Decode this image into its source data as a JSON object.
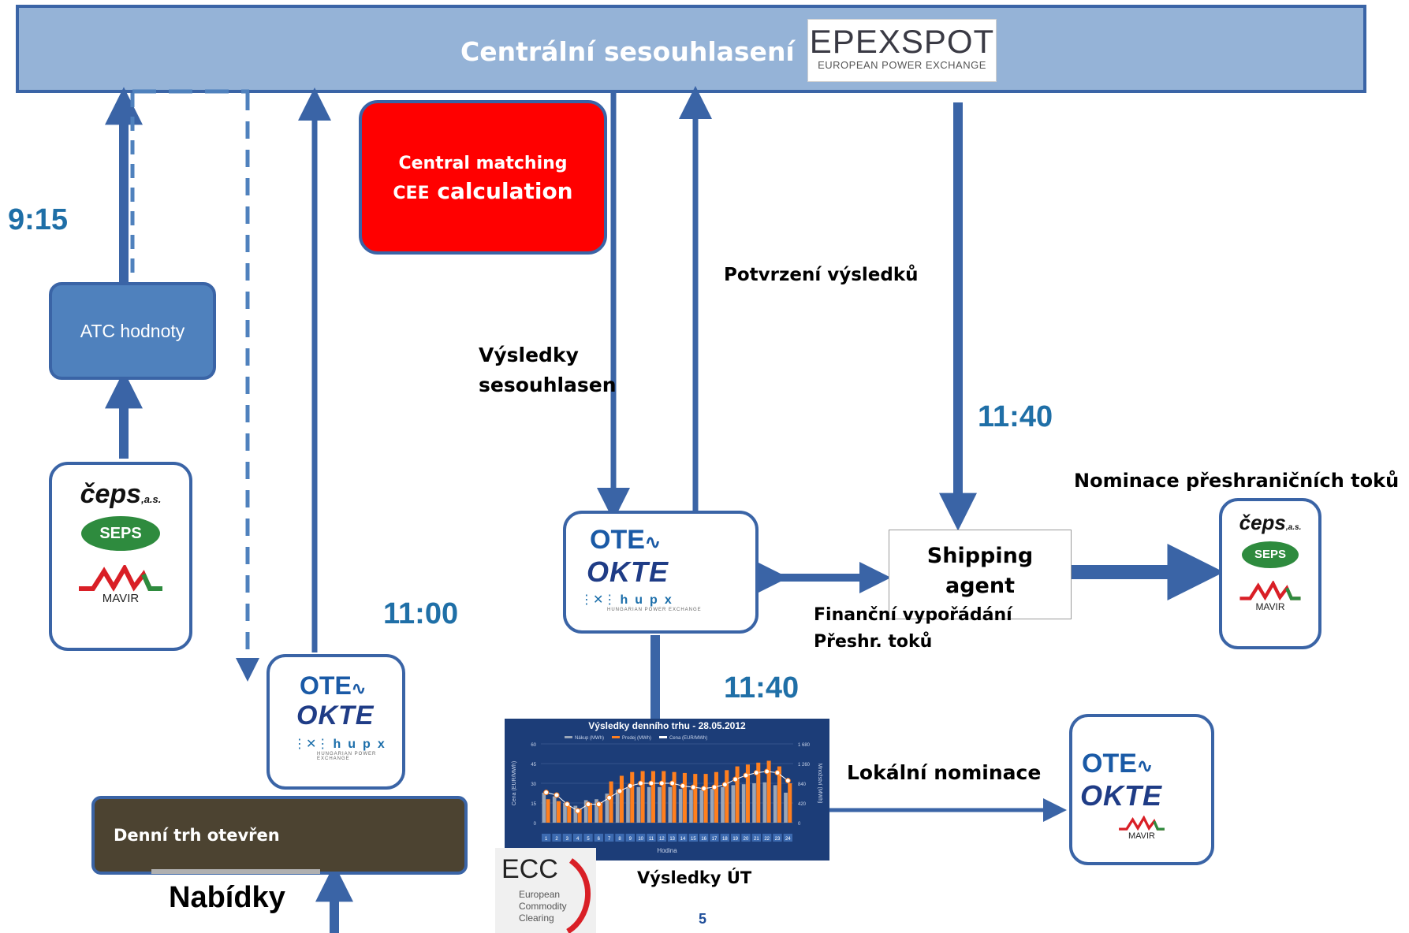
{
  "header": {
    "title": "Centrální sesouhlasení",
    "logo": {
      "word": "EPEXSPOT",
      "tagline": "EUROPEAN POWER EXCHANGE"
    }
  },
  "central_box": {
    "line1": "Central matching",
    "line2_small": "CEE",
    "line2_big": "calculation"
  },
  "atc": {
    "label": "ATC hodnoty"
  },
  "times": {
    "t915": "9:15",
    "t1100": "11:00",
    "t1140a": "11:40",
    "t1140b": "11:40"
  },
  "labels": {
    "potvrzeni": "Potvrzení výsledků",
    "vysledky1": "Výsledky",
    "vysledky2": "sesouhlasen",
    "nominace": "Nominace přeshraničních toků",
    "financni1": "Finanční vypořádání",
    "financni2": "Přeshr. toků",
    "lokalni": "Lokální nominace",
    "vysledky_ut": "Výsledky ÚT",
    "nabidky": "Nabídky",
    "page_number": "5"
  },
  "day_market": {
    "label": "Denní trh otevřen"
  },
  "shipping": {
    "line1": "Shipping",
    "line2": "agent"
  },
  "logos": {
    "ceps": "čeps",
    "ceps_suffix": ",a.s.",
    "seps": "SEPS",
    "mavir": "MAVIR",
    "ote": "OTE",
    "okte": "OKTE",
    "hupx": "hupx",
    "hupx_sub": "HUNGARIAN POWER EXCHANGE",
    "ecc": "ECC",
    "ecc_sub1": "European",
    "ecc_sub2": "Commodity",
    "ecc_sub3": "Clearing"
  },
  "colors": {
    "arrow": "#3a64a6",
    "time": "#1f6fa7",
    "red": "#ff0000"
  },
  "chart_data": {
    "type": "bar",
    "title": "Výsledky denního trhu - 28.05.2012",
    "xlabel": "Hodina",
    "ylabel_left": "Cena (EUR/MWh)",
    "ylabel_right": "Množství (MWh)",
    "legend": [
      "Nákup (MWh)",
      "Prodej (MWh)",
      "Cena (EUR/MWh)"
    ],
    "categories": [
      "1",
      "2",
      "3",
      "4",
      "5",
      "6",
      "7",
      "8",
      "9",
      "10",
      "11",
      "12",
      "13",
      "14",
      "15",
      "16",
      "17",
      "18",
      "19",
      "20",
      "21",
      "22",
      "23",
      "24"
    ],
    "yleft_ticks": [
      "0",
      "15",
      "30",
      "45",
      "60"
    ],
    "yright_ticks": [
      "0",
      "420",
      "840",
      "1 260",
      "1 680"
    ],
    "ylim_left": [
      0,
      60
    ],
    "ylim_right": [
      0,
      1680
    ],
    "series": [
      {
        "name": "Nákup (MWh)",
        "values": [
          640,
          560,
          420,
          360,
          480,
          500,
          620,
          700,
          740,
          760,
          760,
          760,
          760,
          720,
          700,
          700,
          720,
          760,
          800,
          820,
          840,
          860,
          800,
          640
        ]
      },
      {
        "name": "Prodej (MWh)",
        "values": [
          500,
          460,
          360,
          300,
          420,
          440,
          880,
          1000,
          1080,
          1100,
          1100,
          1100,
          1080,
          1060,
          1040,
          1040,
          1080,
          1120,
          1200,
          1240,
          1280,
          1320,
          1200,
          840
        ]
      },
      {
        "name": "Cena (EUR/MWh)",
        "values": [
          23,
          21,
          14,
          9,
          14,
          14,
          19,
          24,
          28,
          30,
          30,
          30,
          30,
          28,
          27,
          26,
          27,
          29,
          33,
          36,
          38,
          39,
          38,
          32
        ]
      }
    ]
  }
}
